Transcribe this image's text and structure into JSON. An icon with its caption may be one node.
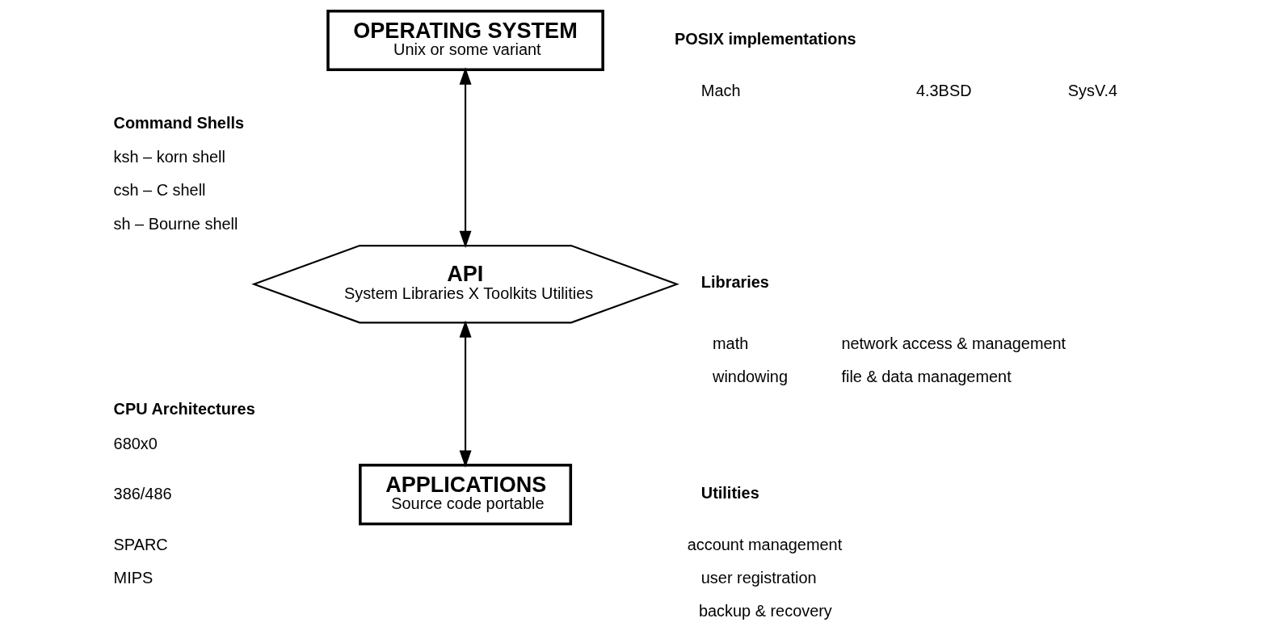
{
  "diagram": {
    "nodes": [
      {
        "text": [
          "OPERATING SYSTEM",
          "Unix or some variant"
        ]
      },
      {
        "text": [
          "API",
          "System Libraries X Toolkits Utilities"
        ]
      },
      {
        "text": [
          "APPLICATIONS",
          "Source code portable"
        ]
      }
    ],
    "edges": [
      {
        "from": 0,
        "to": 1,
        "arrow": "both"
      },
      {
        "from": 1,
        "to": 2,
        "arrow": "both"
      }
    ],
    "labels": [
      "POSIX implementations",
      "Mach",
      "4.3BSD",
      "SysV.4",
      "Command Shells",
      "ksh – korn shell",
      "csh – C shell",
      "sh – Bourne shell",
      "Libraries",
      "math",
      "network access & management",
      "windowing",
      "file & data management",
      "CPU Architectures",
      "680x0",
      "386/486",
      "SPARC",
      "MIPS",
      "Utilities",
      "account management",
      "user registration",
      "backup & recovery"
    ]
  }
}
